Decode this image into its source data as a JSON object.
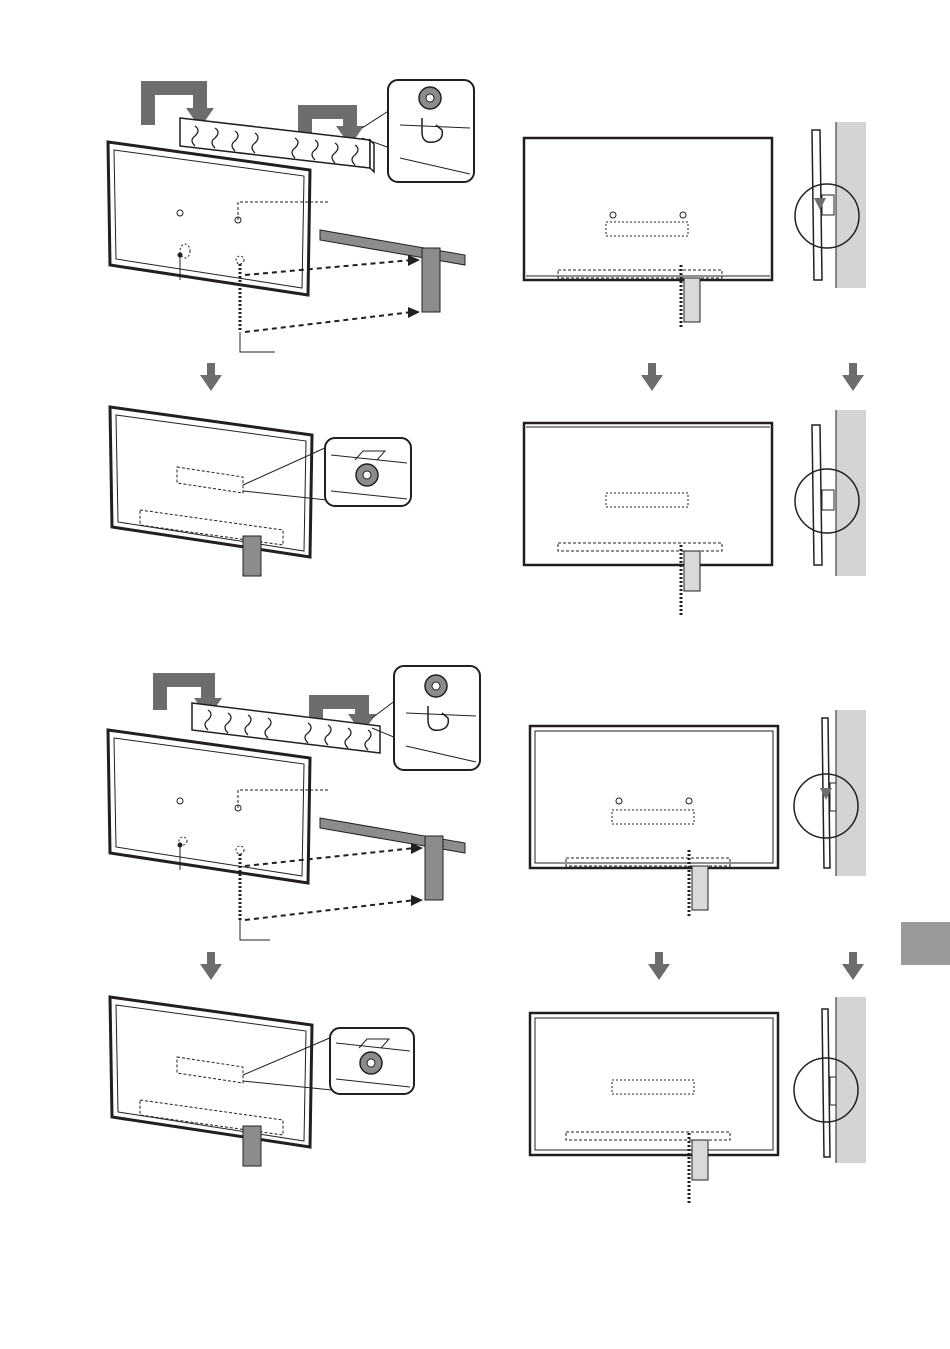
{
  "page": {
    "description_visible_text": [],
    "side_tab_color": "#9a9a9a"
  },
  "colors": {
    "line": "#231f20",
    "gray_fill": "#8c8c8c",
    "light_fill": "#d9d9d9",
    "wall": "#d4d4d4",
    "arrow": "#6d6d6d"
  },
  "illustrations": [
    {
      "id": "a1",
      "name": "hang-bracket-step",
      "group": 1
    },
    {
      "id": "a2",
      "name": "hung-result-step",
      "group": 1
    },
    {
      "id": "b1",
      "name": "front-view-lowering",
      "group": 1
    },
    {
      "id": "b2",
      "name": "front-view-seated",
      "group": 1
    },
    {
      "id": "c1",
      "name": "hang-bracket-step",
      "group": 2
    },
    {
      "id": "c2",
      "name": "hung-result-step",
      "group": 2
    },
    {
      "id": "d1",
      "name": "front-view-lowering",
      "group": 2
    },
    {
      "id": "d2",
      "name": "front-view-seated",
      "group": 2
    }
  ]
}
